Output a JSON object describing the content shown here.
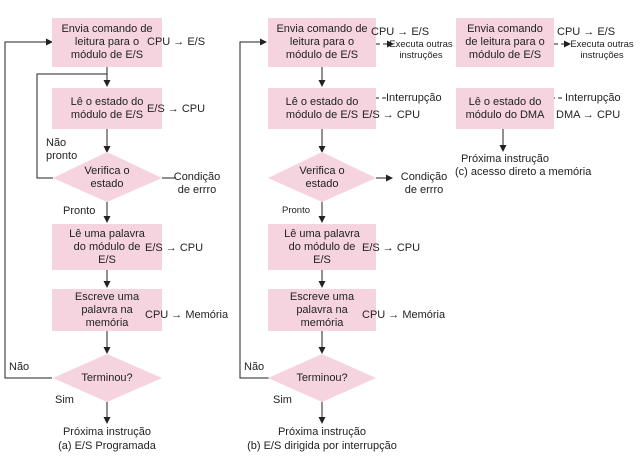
{
  "a": {
    "box1": "Envia comando de leitura para o módulo de E/S",
    "note1": "CPU → E/S",
    "box2": "Lê o estado do módulo de E/S",
    "note2": "E/S → CPU",
    "nao_pronto": "Não pronto",
    "verifica": "Verifica o estado",
    "condicao": "Condição de errro",
    "pronto": "Pronto",
    "box3": "Lê uma palavra do módulo de E/S",
    "note3": "E/S → CPU",
    "box4": "Escreve uma palavra na memória",
    "note4": "CPU → Memória",
    "nao": "Não",
    "terminou": "Terminou?",
    "sim": "Sim",
    "proxima": "Próxima instrução",
    "caption": "(a) E/S Programada"
  },
  "b": {
    "box1": "Envia comando de leitura para o módulo de E/S",
    "note1": "CPU → E/S",
    "executa": "Executa outras instruções",
    "box2": "Lê o estado do módulo de E/S",
    "interrupcao": "Interrupção",
    "note2": "E/S → CPU",
    "verifica": "Verifica o estado",
    "condicao": "Condição de errro",
    "pronto": "Pronto",
    "box3": "Lê uma palavra do módulo de E/S",
    "note3": "E/S → CPU",
    "box4": "Escreve uma palavra na memória",
    "note4": "CPU → Memória",
    "nao": "Não",
    "terminou": "Terminou?",
    "sim": "Sim",
    "proxima": "Próxima instrução",
    "caption": "(b) E/S dirigida por interrupção"
  },
  "c": {
    "box1": "Envia comando de leitura para o módulo de E/S",
    "note1": "CPU → E/S",
    "executa": "Executa outras instruções",
    "box2": "Lê o estado do módulo do DMA",
    "interrupcao": "Interrupção",
    "note2": "DMA → CPU",
    "proxima": "Próxima instrução",
    "caption": "(c) acesso direto a memória"
  },
  "colors": {
    "box": "#f6d4df",
    "line": "#222222"
  }
}
